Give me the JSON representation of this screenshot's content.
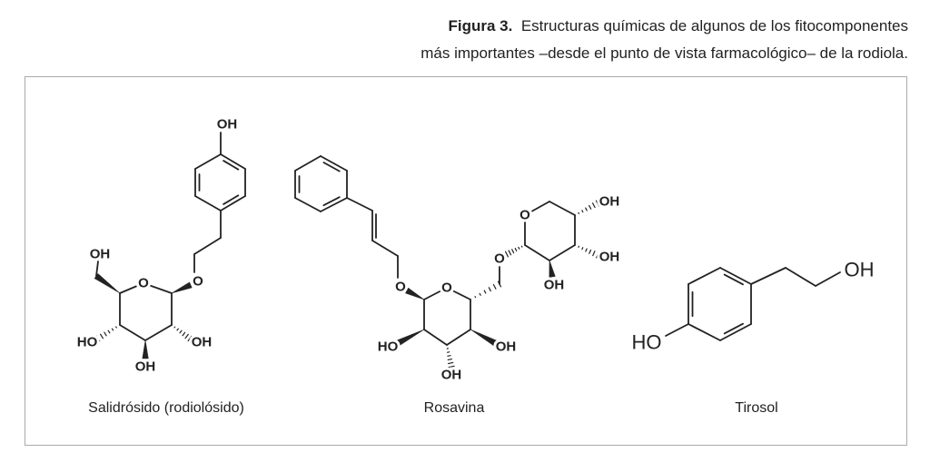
{
  "caption": {
    "label": "Figura 3.",
    "line1": "Estructuras químicas de algunos de los fitocomponentes",
    "line2": "más importantes –desde el punto de vista farmacológico– de la rodiola."
  },
  "atoms": {
    "oh": "OH",
    "ho": "HO",
    "o": "O"
  },
  "compounds": [
    {
      "name": "Salidrósido (rodiolósido)"
    },
    {
      "name": "Rosavina"
    },
    {
      "name": "Tirosol"
    }
  ]
}
